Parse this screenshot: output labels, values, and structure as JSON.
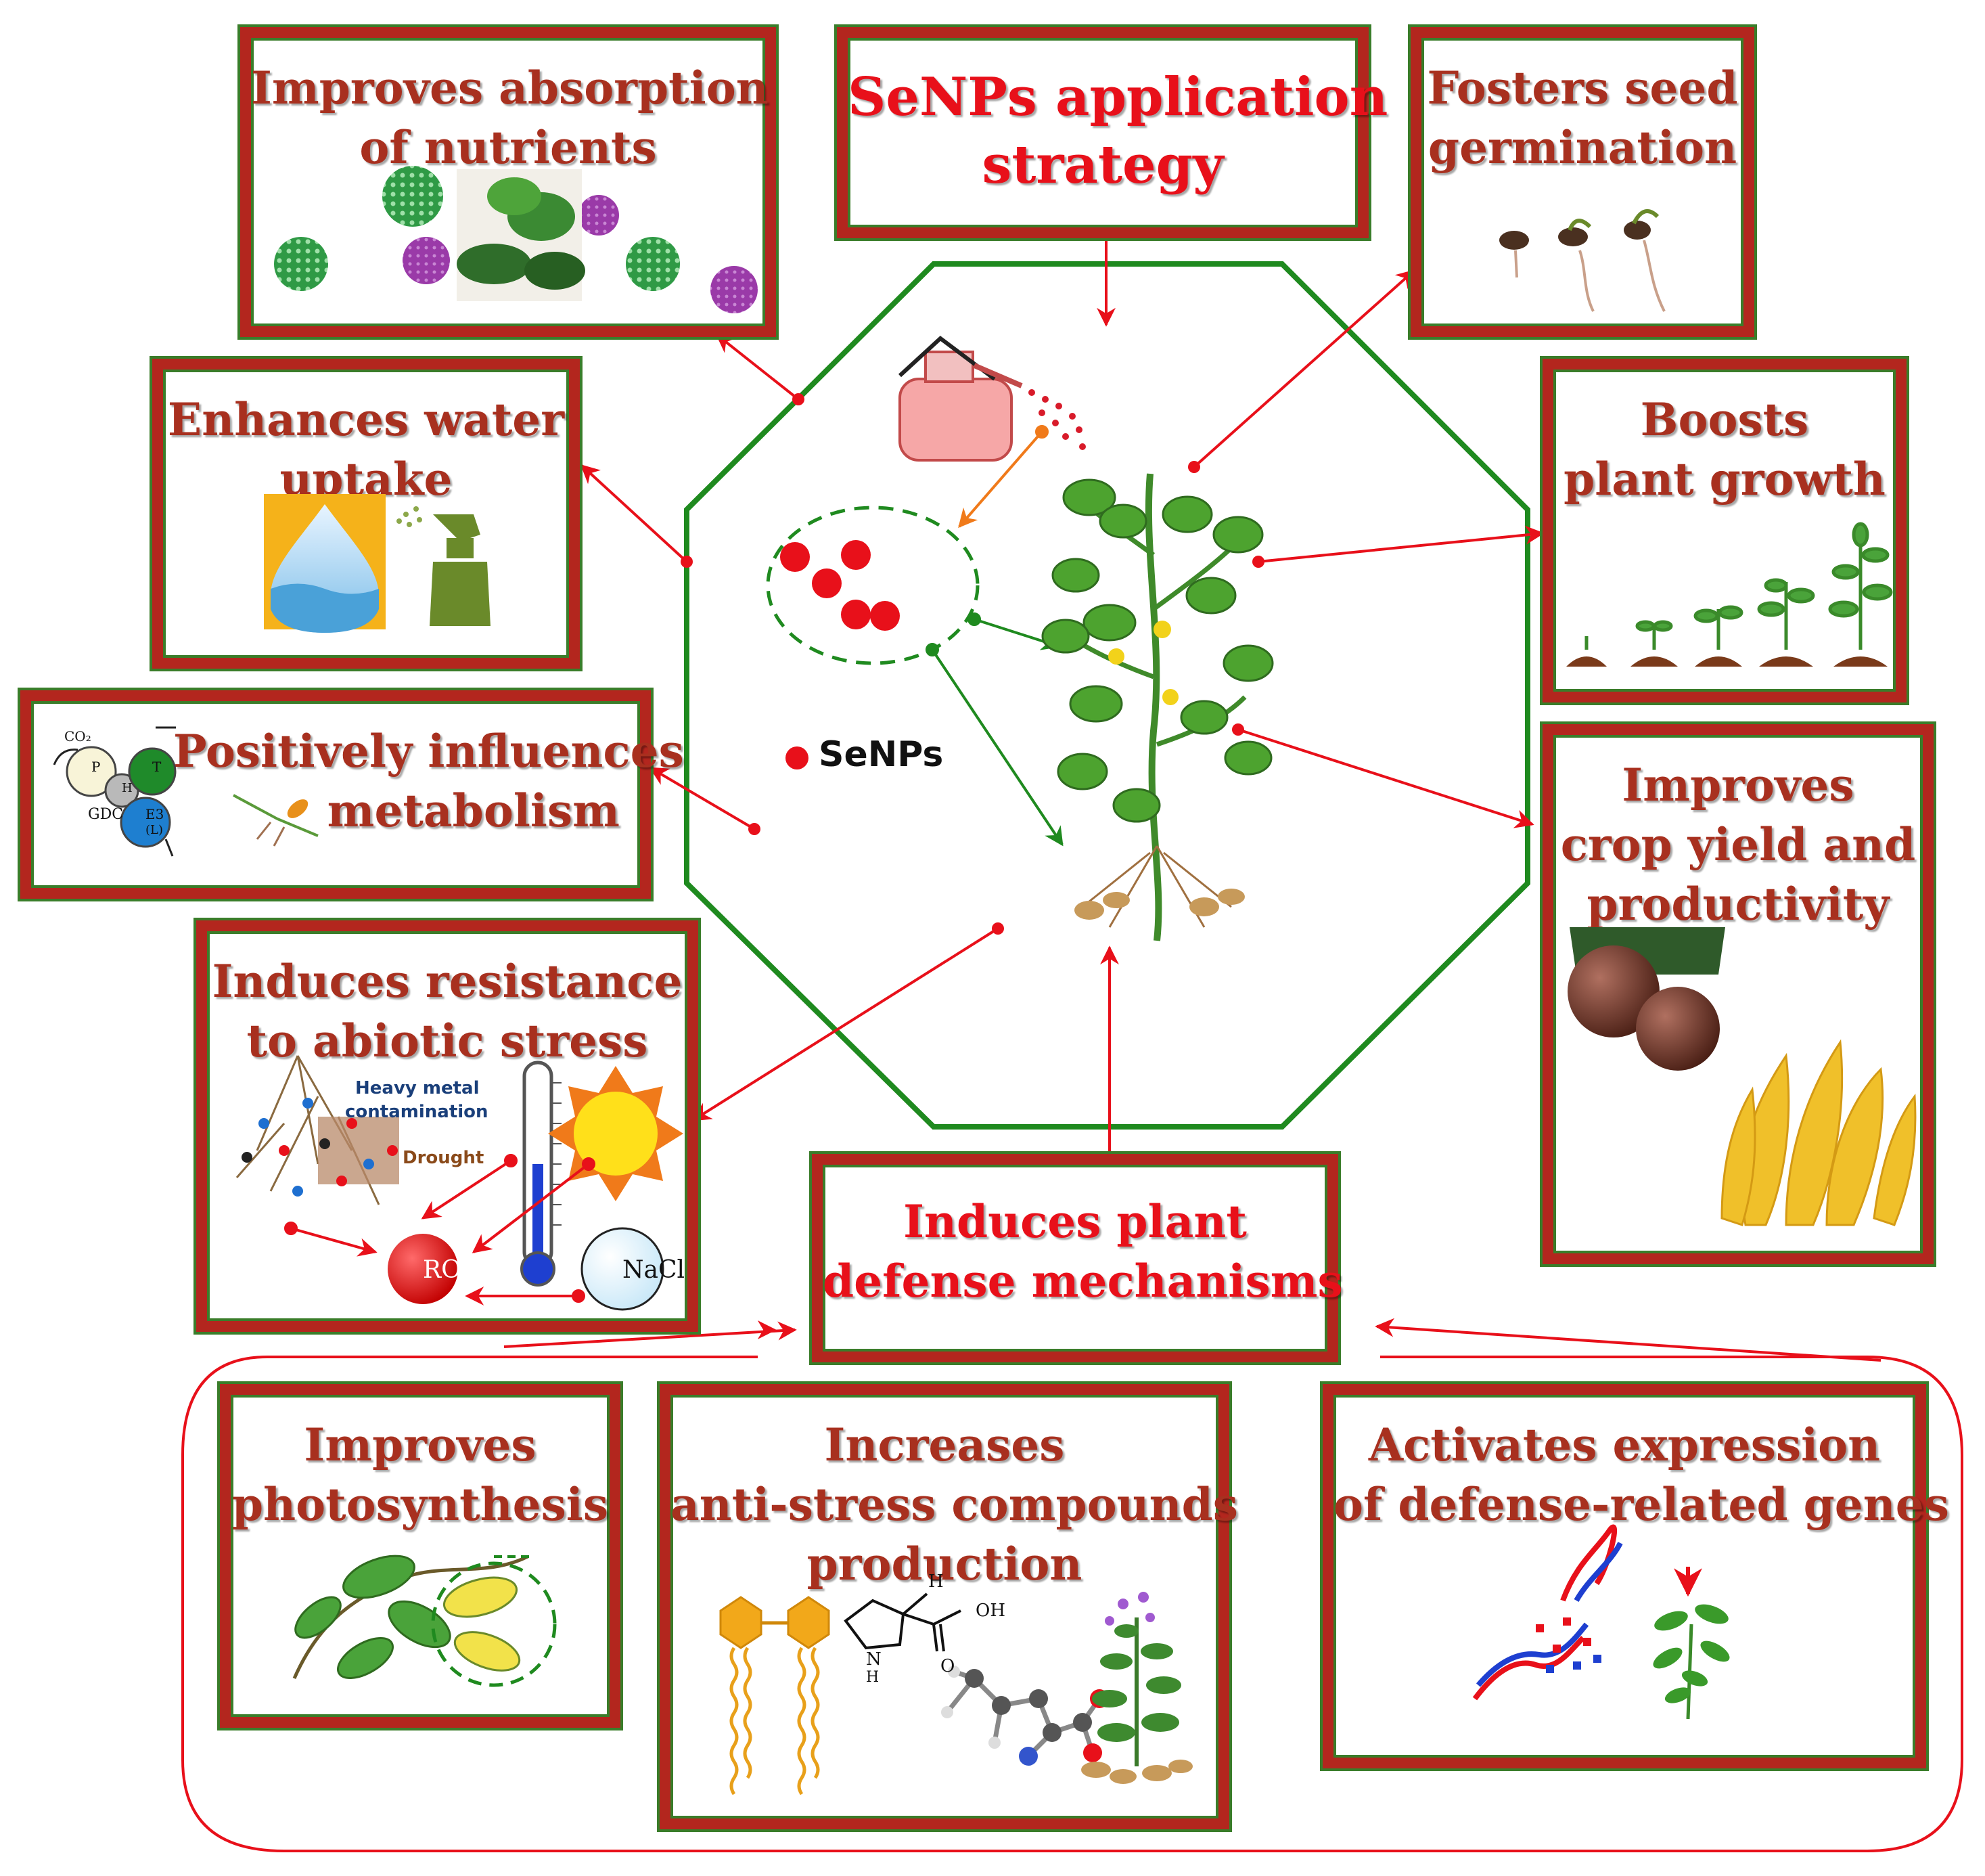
{
  "center": {
    "title_line1": "SeNPs application",
    "title_line2": "strategy",
    "legend_label": "SeNPs"
  },
  "boxes": {
    "nutrients": {
      "line1": "Improves absorption",
      "line2": "of nutrients"
    },
    "germination": {
      "line1": "Fosters seed",
      "line2": "germination"
    },
    "water": {
      "line1": "Enhances water",
      "line2": "uptake"
    },
    "growth": {
      "line1": "Boosts",
      "line2": "plant growth"
    },
    "metabolism": {
      "line1": "Positively influences",
      "line2": "metabolism"
    },
    "yield": {
      "line1": "Improves",
      "line2": "crop yield and",
      "line3": "productivity"
    },
    "abiotic": {
      "line1": "Induces resistance",
      "line2": "to abiotic stress"
    },
    "defense": {
      "line1": "Induces plant",
      "line2": "defense mechanisms"
    },
    "photosynthesis": {
      "line1": "Improves",
      "line2": "photosynthesis"
    },
    "antistress": {
      "line1": "Increases",
      "line2": "anti-stress compounds",
      "line3": "production"
    },
    "genes": {
      "line1": "Activates expression",
      "line2": "of defense-related genes"
    }
  },
  "labels": {
    "co2": "CO₂",
    "p_active": "P",
    "h_inactive": "H",
    "t_active": "T",
    "e3": "E3",
    "e3_sub": "(L)",
    "gdc": "GDC",
    "heavy_metal": "Heavy metal",
    "contamination": "contamination",
    "drought": "Drought",
    "ros": "ROS",
    "nacl": "NaCl",
    "proline_h": "H",
    "proline_n": "N",
    "proline_nh": "H",
    "proline_oh": "OH",
    "proline_o": "O"
  },
  "colors": {
    "box_border": "#b3261e",
    "box_inner": "#3a7d2a",
    "title_brown": "#a8301f",
    "title_red": "#e8101a",
    "octagon": "#1f8a1f",
    "arrow_red": "#e8101a",
    "arrow_green": "#1f8a1f",
    "arrow_orange": "#f07a1a"
  }
}
